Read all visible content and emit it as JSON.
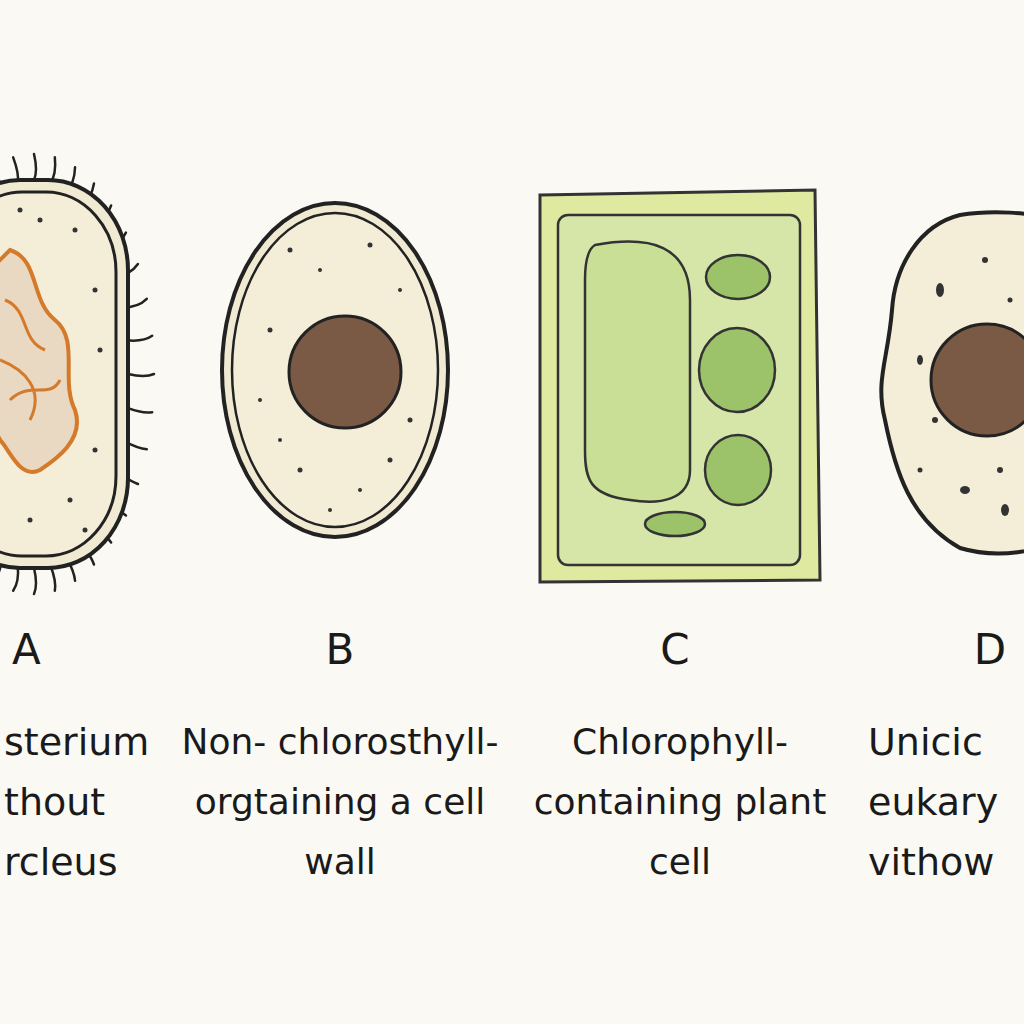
{
  "diagram": {
    "labels": [
      "A",
      "sterium thout rcleus",
      "B",
      "Non- chlorosthyll- orgtaining a cell wall",
      "C",
      "Chlorophyll- containing plant cell",
      "D",
      "Unicic eukary vithow"
    ]
  }
}
